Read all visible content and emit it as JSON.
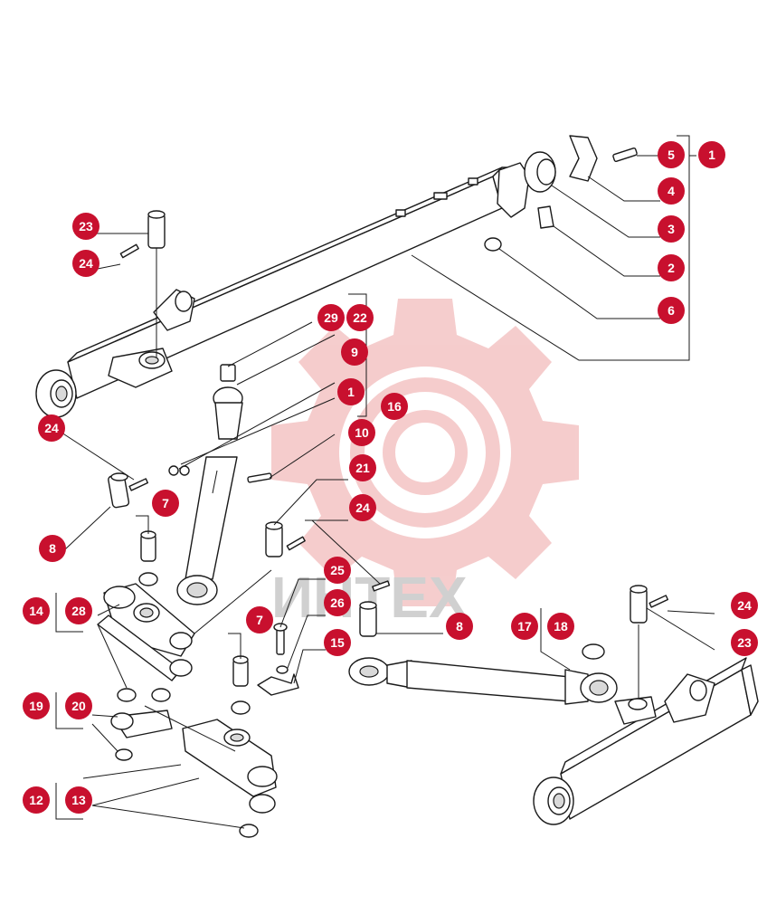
{
  "watermark": {
    "text": "ИНТЕХ",
    "color": "#f2bcbc"
  },
  "callout_color": "#c8102e",
  "callouts": [
    {
      "label": "1"
    },
    {
      "label": "5"
    },
    {
      "label": "4"
    },
    {
      "label": "3"
    },
    {
      "label": "2"
    },
    {
      "label": "6"
    },
    {
      "label": "23"
    },
    {
      "label": "24"
    },
    {
      "label": "29"
    },
    {
      "label": "22"
    },
    {
      "label": "9"
    },
    {
      "label": "1"
    },
    {
      "label": "16"
    },
    {
      "label": "10"
    },
    {
      "label": "24"
    },
    {
      "label": "21"
    },
    {
      "label": "7"
    },
    {
      "label": "8"
    },
    {
      "label": "24"
    },
    {
      "label": "25"
    },
    {
      "label": "14"
    },
    {
      "label": "28"
    },
    {
      "label": "26"
    },
    {
      "label": "7"
    },
    {
      "label": "8"
    },
    {
      "label": "17"
    },
    {
      "label": "18"
    },
    {
      "label": "24"
    },
    {
      "label": "15"
    },
    {
      "label": "23"
    },
    {
      "label": "19"
    },
    {
      "label": "20"
    },
    {
      "label": "12"
    },
    {
      "label": "13"
    }
  ]
}
